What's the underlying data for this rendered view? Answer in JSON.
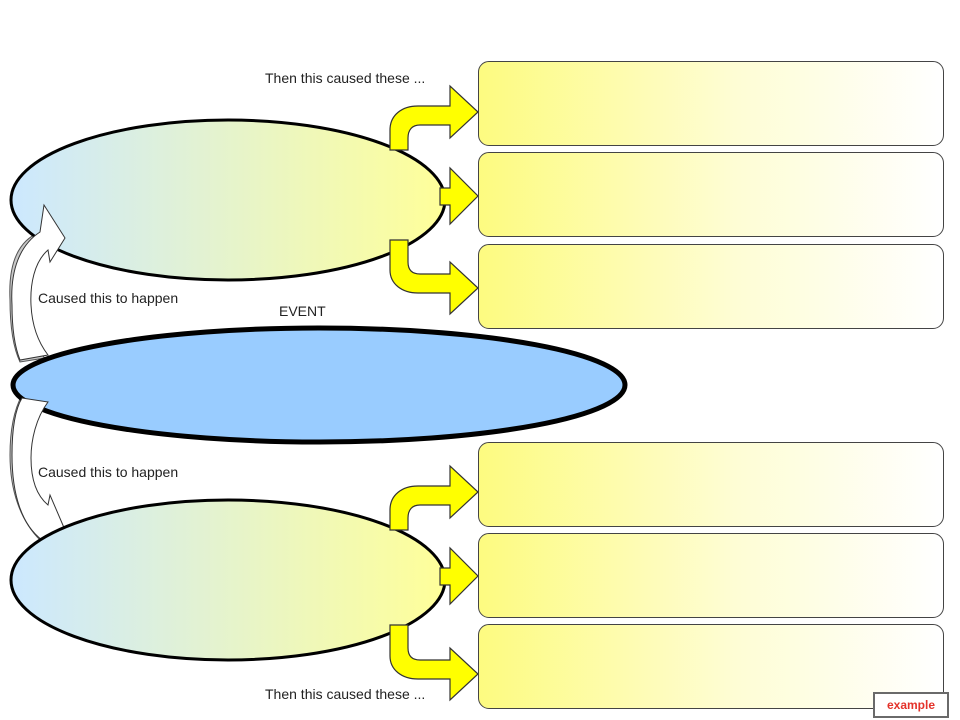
{
  "labels": {
    "then_top": "Then this caused these ...",
    "then_bottom": "Then this caused these ...",
    "caused_top": "Caused this to happen",
    "caused_bottom": "Caused this to happen",
    "event": "EVENT"
  },
  "effect_boxes_top": [
    "",
    "",
    ""
  ],
  "effect_boxes_bottom": [
    "",
    "",
    ""
  ],
  "example_button": "example",
  "colors": {
    "event_fill": "#99ccff",
    "cause_gradient_start": "#cce8ff",
    "cause_gradient_end": "#ffff99",
    "arrow_yellow": "#ffff00",
    "box_gradient_start": "#fdfb80",
    "example_text": "#e4322a"
  }
}
